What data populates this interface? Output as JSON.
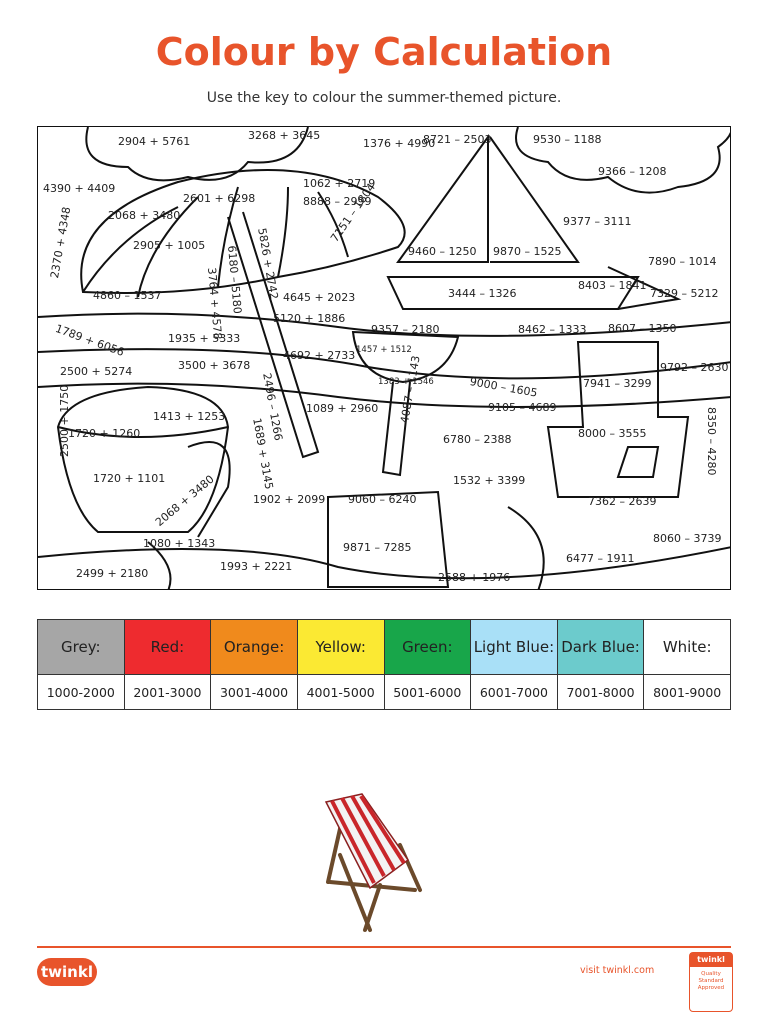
{
  "title": "Colour by Calculation",
  "subtitle": "Use the key to colour the summer-themed picture.",
  "calculations": [
    "2904 + 5761",
    "3268 + 3645",
    "1376 + 4990",
    "8721 – 2503",
    "9530 – 1188",
    "9366 – 1208",
    "4390 + 4409",
    "1062 + 2719",
    "2601 + 6298",
    "2068 + 3480",
    "8888 – 2999",
    "9377 – 3111",
    "2905 + 1005",
    "3764 + 4578",
    "6180 – 5180",
    "5826 + 2742",
    "2370 + 4348",
    "7151 – 1804",
    "9460 – 1250",
    "9870 – 1525",
    "7890 – 1014",
    "4860 – 1537",
    "4645 + 2023",
    "3444 – 1326",
    "8403 – 1841",
    "7329 – 5212",
    "1789 + 6056",
    "5120 + 1886",
    "9357 – 2180",
    "8462 – 1333",
    "8607 – 1350",
    "1935 + 5333",
    "1457 + 1512",
    "2500 + 5274",
    "3500 + 3678",
    "4692 + 2733",
    "1383 + 1546",
    "9792 – 2630",
    "9000 – 1605",
    "7941 – 3299",
    "2496 – 1266",
    "1413 + 1253",
    "1089 + 2960",
    "9105 – 4689",
    "1720 + 1260",
    "1689 + 3145",
    "4087 – 1143",
    "6780 – 2388",
    "8000 – 3555",
    "8350 – 4280",
    "2500 + 1750",
    "1720 + 1101",
    "1532 + 3399",
    "2068 + 3480",
    "1902 + 2099",
    "9060 – 6240",
    "7362 – 2639",
    "1080 + 1343",
    "9871 – 7285",
    "8060 – 3739",
    "2499 + 2180",
    "1993 + 2221",
    "6477 – 1911",
    "2588 + 1976"
  ],
  "key": {
    "colors": [
      {
        "label": "Grey:",
        "bg": "#a6a6a6"
      },
      {
        "label": "Red:",
        "bg": "#ee2b2f"
      },
      {
        "label": "Orange:",
        "bg": "#f08a1c"
      },
      {
        "label": "Yellow:",
        "bg": "#fbe933"
      },
      {
        "label": "Green:",
        "bg": "#18a64a"
      },
      {
        "label": "Light Blue:",
        "bg": "#a9e0f7"
      },
      {
        "label": "Dark Blue:",
        "bg": "#6ccbcc"
      },
      {
        "label": "White:",
        "bg": "#ffffff"
      }
    ],
    "ranges": [
      "1000-2000",
      "2001-3000",
      "3001-4000",
      "4001-5000",
      "5001-6000",
      "6001-7000",
      "7001-8000",
      "8001-9000"
    ]
  },
  "footer": {
    "logo": "twinkl",
    "visit": "visit twinkl.com",
    "badge_top": "twinkl",
    "badge_text": "Quality Standard Approved"
  }
}
